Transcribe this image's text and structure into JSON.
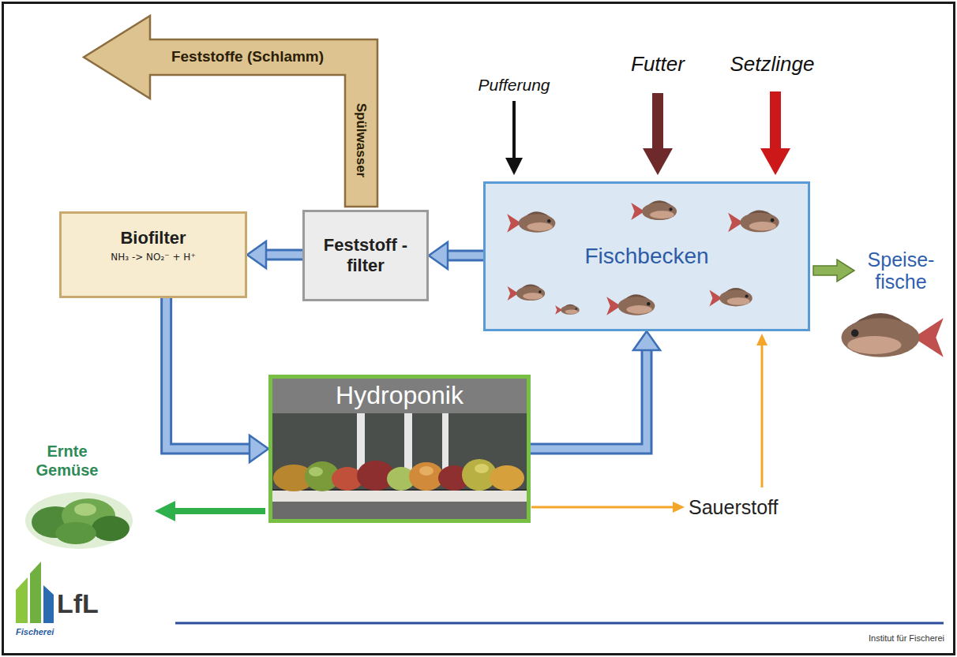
{
  "diagram": {
    "nodes": [
      {
        "text": [
          "Biofilter",
          "NH₃ -> NO₂⁻ + H⁺"
        ]
      },
      {
        "text": [
          "Feststoff -filter"
        ]
      },
      {
        "text": [
          "Fischbecken"
        ]
      },
      {
        "text": [
          "Hydroponik"
        ]
      }
    ],
    "edges": [
      {
        "from": 2,
        "to": 1,
        "arrow": "to"
      },
      {
        "from": 1,
        "to": 0,
        "arrow": "to"
      },
      {
        "from": 0,
        "to": 3,
        "arrow": "to"
      },
      {
        "from": 3,
        "to": 2,
        "arrow": "to"
      }
    ],
    "labels": [
      "Feststoffe (Schlamm)",
      "Spülwasser",
      "Pufferung",
      "Futter",
      "Setzlinge",
      "Speise- fische",
      "Ernte Gemüse",
      "Sauerstoff",
      "LfL",
      "Fischerei",
      "Institut für Fischerei"
    ]
  }
}
